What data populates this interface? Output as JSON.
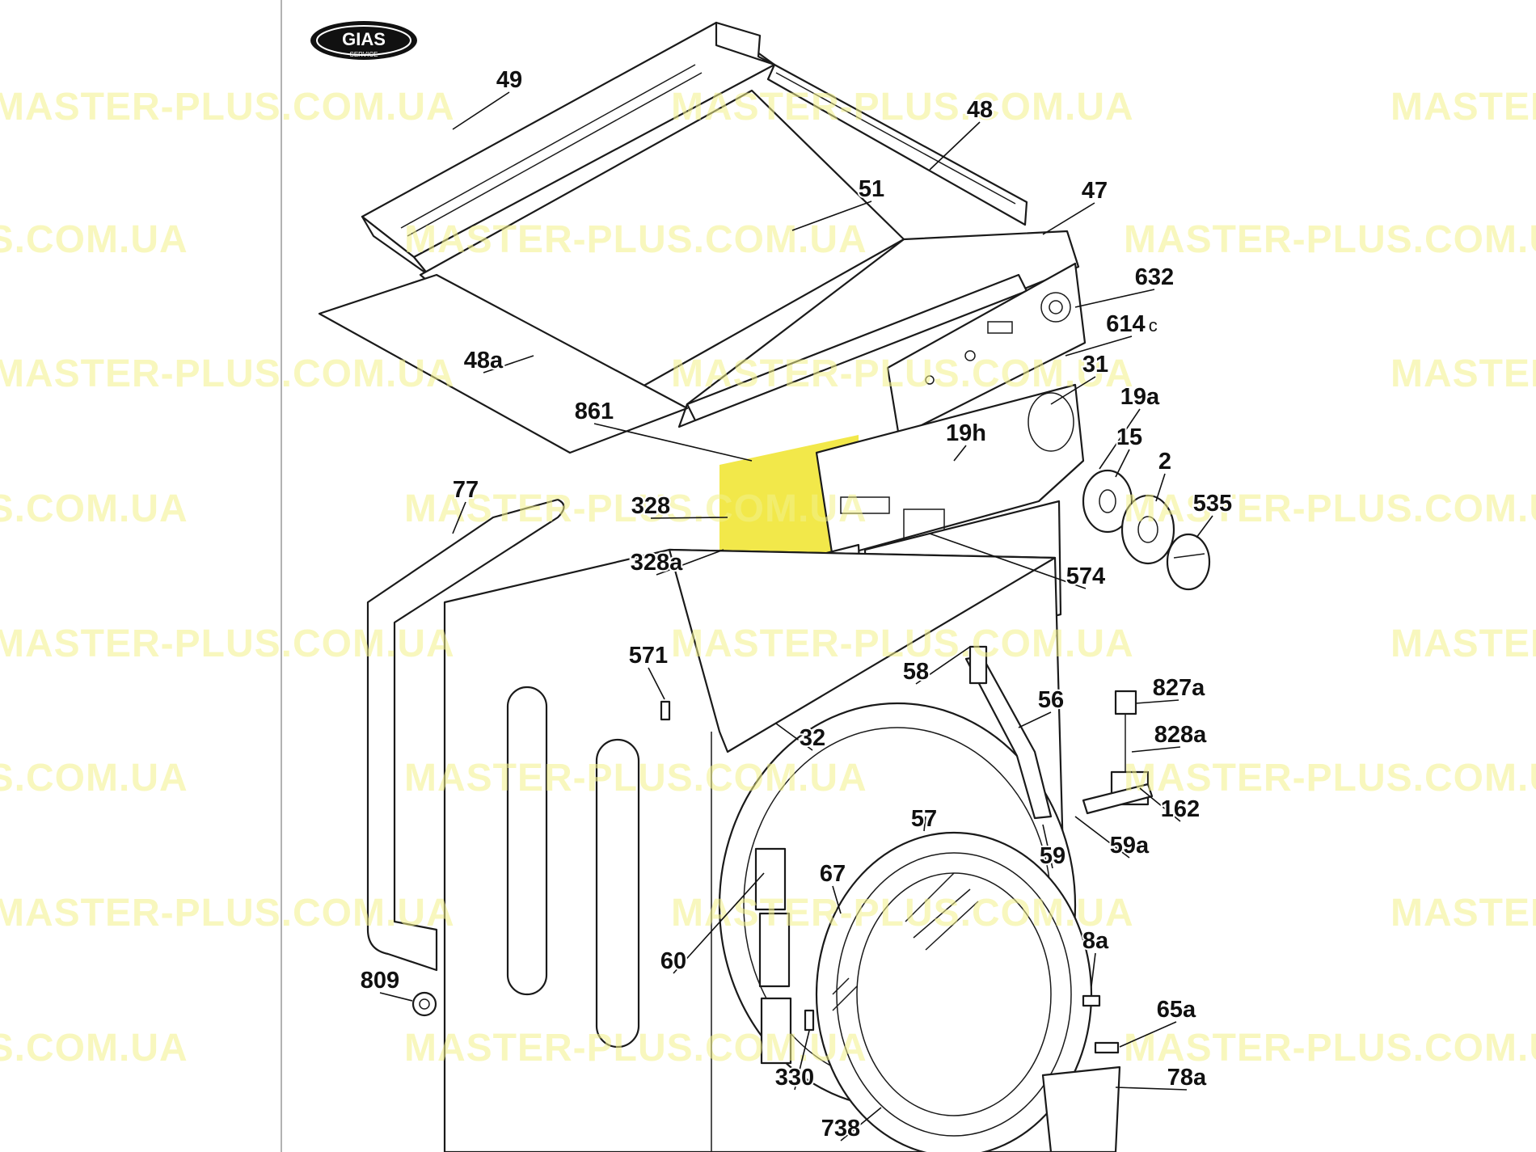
{
  "colors": {
    "highlight": "#f2e84a",
    "watermark": "#f3f28a",
    "line": "#1a1a1a",
    "background": "#ffffff",
    "logo_fill": "#111111"
  },
  "logo": {
    "brand": "GIAS",
    "sub": "SERVICE"
  },
  "watermark_text": "MASTER-PLUS.COM.UA",
  "parts": [
    {
      "id": "49"
    },
    {
      "id": "48"
    },
    {
      "id": "51"
    },
    {
      "id": "47"
    },
    {
      "id": "632"
    },
    {
      "id": "614",
      "suffix": "c"
    },
    {
      "id": "48a"
    },
    {
      "id": "31"
    },
    {
      "id": "19a"
    },
    {
      "id": "19h"
    },
    {
      "id": "861"
    },
    {
      "id": "15"
    },
    {
      "id": "2"
    },
    {
      "id": "535"
    },
    {
      "id": "77"
    },
    {
      "id": "328"
    },
    {
      "id": "328a"
    },
    {
      "id": "574"
    },
    {
      "id": "571"
    },
    {
      "id": "58"
    },
    {
      "id": "56"
    },
    {
      "id": "827a"
    },
    {
      "id": "828a"
    },
    {
      "id": "32"
    },
    {
      "id": "162"
    },
    {
      "id": "57"
    },
    {
      "id": "59a"
    },
    {
      "id": "59"
    },
    {
      "id": "67"
    },
    {
      "id": "60"
    },
    {
      "id": "8a"
    },
    {
      "id": "809"
    },
    {
      "id": "65a"
    },
    {
      "id": "330"
    },
    {
      "id": "78a"
    },
    {
      "id": "738"
    }
  ],
  "highlighted_part": "328"
}
